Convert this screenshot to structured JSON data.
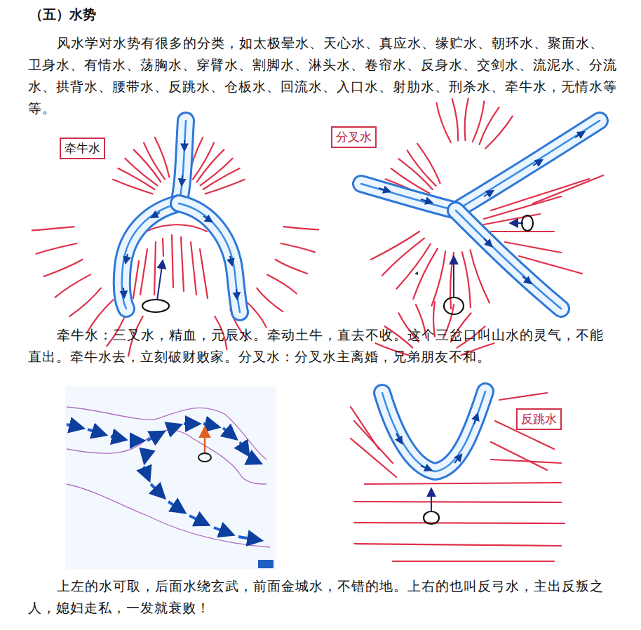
{
  "diagram": {
    "title": "（五）水势",
    "nodes": [
      {
        "text": [
          "牵牛水"
        ]
      },
      {
        "text": [
          "分叉水"
        ]
      },
      {
        "text": [
          "反跳水"
        ]
      }
    ],
    "labels": [
      "风水学对水势有很多的分类，如太极晕水、天心水、真应水、缘贮水、朝环水、聚面水、卫身水、有情水、荡胸水、穿臂水、割脚水、淋头水、卷帘水、反身水、交剑水、流泥水、分流水、拱背水、腰带水、反跳水、仓板水、回流水、入口水、射肋水、刑杀水、牵牛水，无情水等等。",
      "牵牛水：三叉水，精血，元辰水。牵动土牛，直去不收。这个三岔口叫山水的灵气，不能直出。牵牛水去，立刻破财败家。分叉水：分叉水主离婚，兄弟朋友不和。",
      "上左的水可取，后面水绕玄武，前面金城水，不错的地。上右的也叫反弓水，主出反叛之人，媳妇走私，一发就衰败！"
    ]
  }
}
